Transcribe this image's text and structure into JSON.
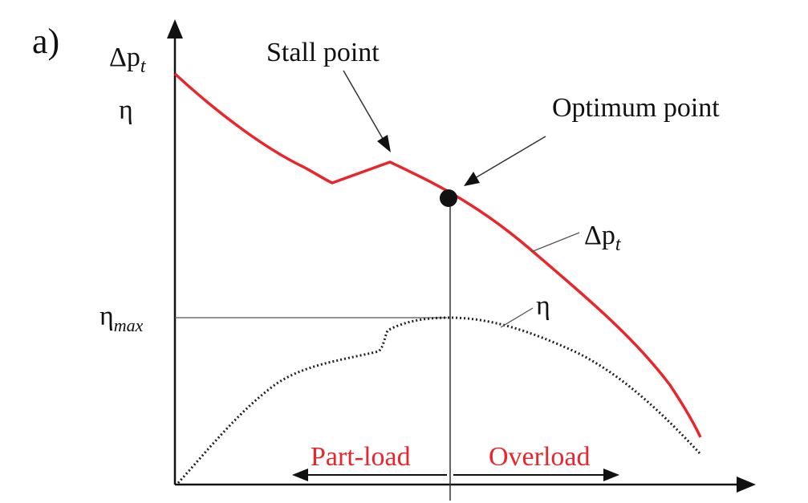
{
  "panel_label": "a)",
  "colors": {
    "pressure_curve": "#e8262b",
    "efficiency_curve": "#222222",
    "axes": "#111111",
    "guide_lines": "#555555",
    "region_labels": "#e8262b"
  },
  "y_axis_labels": {
    "pressure_symbol": "Δp",
    "pressure_subscript": "t",
    "efficiency_symbol": "η",
    "eta_max_symbol": "η",
    "eta_max_subscript": "max"
  },
  "annotations": {
    "stall_point": "Stall point",
    "optimum_point": "Optimum point",
    "pressure_curve_symbol": "Δp",
    "pressure_curve_subscript": "t",
    "efficiency_curve_label": "η"
  },
  "regions": {
    "part_load": "Part-load",
    "overload": "Overload"
  }
}
